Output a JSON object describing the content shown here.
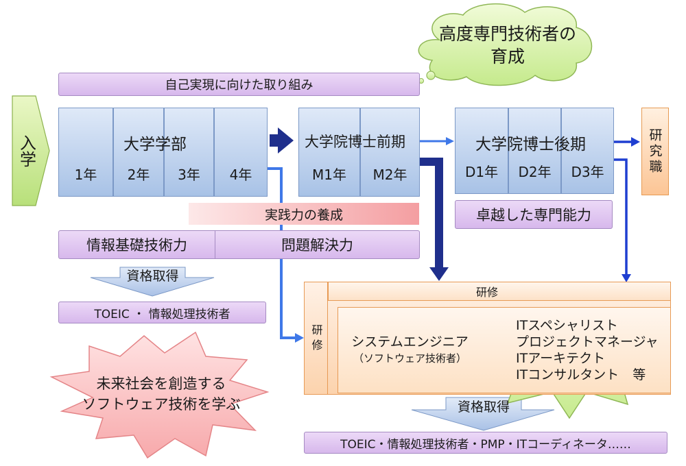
{
  "goal": "高度専門技術者の育成",
  "self_actualization": "自己実現に向けた取り組み",
  "admission": "入学",
  "undergrad": {
    "title": "大学学部",
    "years": [
      "1年",
      "2年",
      "3年",
      "4年"
    ]
  },
  "masters": {
    "title": "大学院博士前期",
    "years": [
      "M1年",
      "M2年"
    ]
  },
  "doctoral": {
    "title": "大学院博士後期",
    "years": [
      "D1年",
      "D2年",
      "D3年"
    ]
  },
  "researcher": "研究職",
  "practical": "実践力の養成",
  "skills": {
    "info": "情報基礎技術力",
    "problem": "問題解決力"
  },
  "excellence": "卓越した専門能力",
  "cert1": {
    "label": "資格取得",
    "items": "TOEIC ・ 情報処理技術者"
  },
  "training": {
    "top": "研修",
    "left": "研修"
  },
  "engineer": {
    "title": "システムエンジニア",
    "sub": "（ソフトウェア技術者）"
  },
  "careers": [
    "ITスペシャリスト",
    "プロジェクトマネージャ",
    "ITアーキテクト",
    "ITコンサルタント"
  ],
  "careers_suffix": "等",
  "motto": "未来社会を創造する\nソフトウェア技術を学ぶ",
  "cert2": {
    "label": "資格取得",
    "items": "TOEIC・情報処理技術者・PMP・ITコーディネータ……"
  }
}
